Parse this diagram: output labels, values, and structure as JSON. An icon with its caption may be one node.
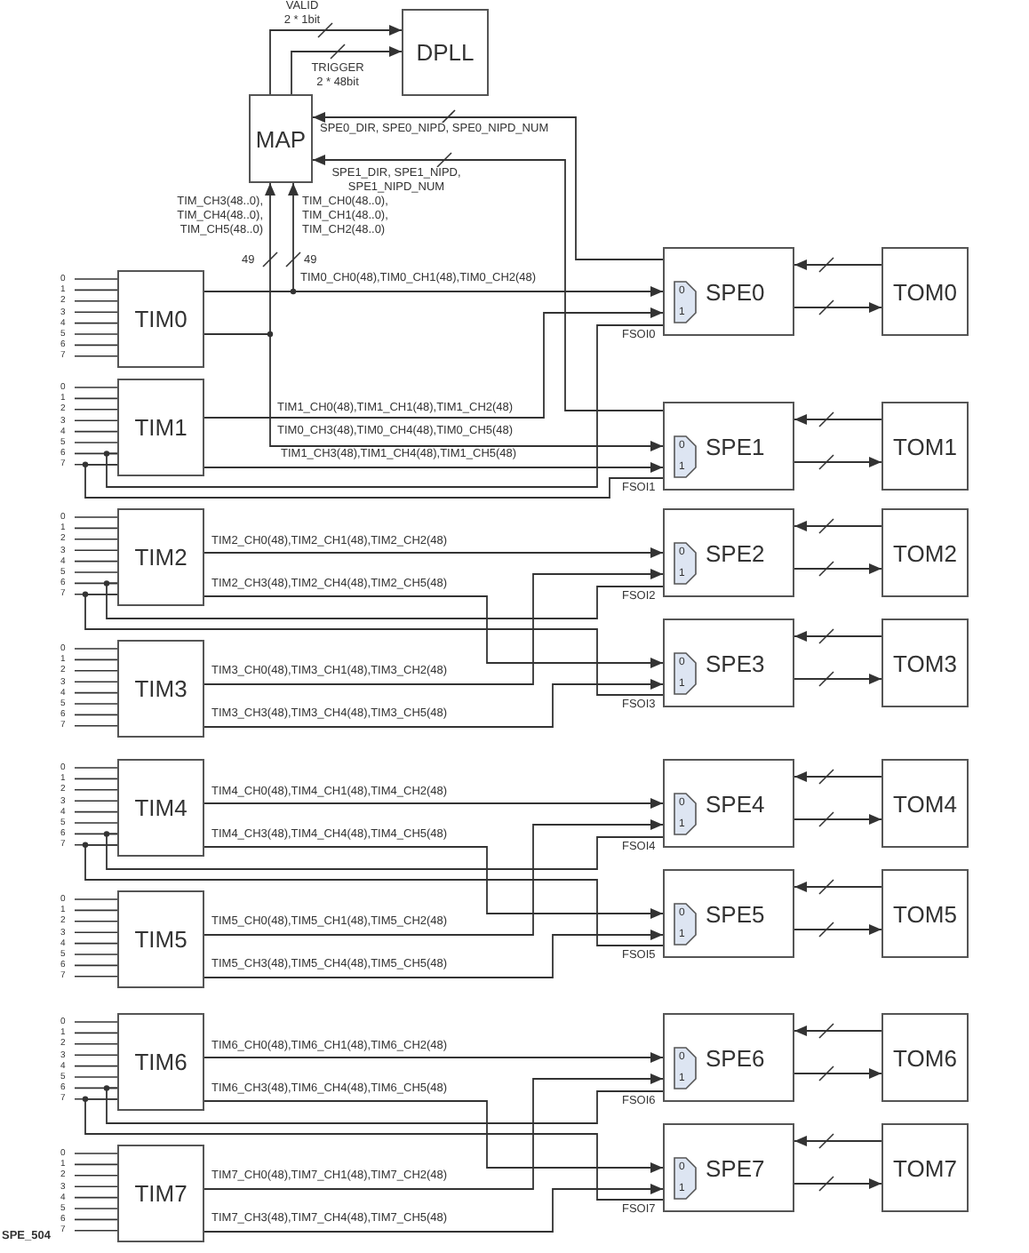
{
  "diagram": {
    "nodes": [
      {
        "text": [
          "DPLL"
        ]
      },
      {
        "text": [
          "MAP"
        ]
      },
      {
        "text": [
          "TIM0"
        ],
        "beside": [
          "0",
          "1",
          "2",
          "3",
          "4",
          "5",
          "6",
          "7"
        ]
      },
      {
        "text": [
          "TIM1"
        ],
        "beside": [
          "0",
          "1",
          "2",
          "3",
          "4",
          "5",
          "6",
          "7"
        ]
      },
      {
        "text": [
          "TIM2"
        ],
        "beside": [
          "0",
          "1",
          "2",
          "3",
          "4",
          "5",
          "6",
          "7"
        ]
      },
      {
        "text": [
          "TIM3"
        ],
        "beside": [
          "0",
          "1",
          "2",
          "3",
          "4",
          "5",
          "6",
          "7"
        ]
      },
      {
        "text": [
          "TIM4"
        ],
        "beside": [
          "0",
          "1",
          "2",
          "3",
          "4",
          "5",
          "6",
          "7"
        ]
      },
      {
        "text": [
          "TIM5"
        ],
        "beside": [
          "0",
          "1",
          "2",
          "3",
          "4",
          "5",
          "6",
          "7"
        ]
      },
      {
        "text": [
          "TIM6"
        ],
        "beside": [
          "0",
          "1",
          "2",
          "3",
          "4",
          "5",
          "6",
          "7"
        ]
      },
      {
        "text": [
          "TIM7"
        ],
        "beside": [
          "0",
          "1",
          "2",
          "3",
          "4",
          "5",
          "6",
          "7"
        ]
      },
      {
        "text": [
          "SPE0"
        ]
      },
      {
        "text": [
          "SPE1"
        ]
      },
      {
        "text": [
          "SPE2"
        ]
      },
      {
        "text": [
          "SPE3"
        ]
      },
      {
        "text": [
          "SPE4"
        ]
      },
      {
        "text": [
          "SPE5"
        ]
      },
      {
        "text": [
          "SPE6"
        ]
      },
      {
        "text": [
          "SPE7"
        ]
      },
      {
        "text": [
          "TOM0"
        ]
      },
      {
        "text": [
          "TOM1"
        ]
      },
      {
        "text": [
          "TOM2"
        ]
      },
      {
        "text": [
          "TOM3"
        ]
      },
      {
        "text": [
          "TOM4"
        ]
      },
      {
        "text": [
          "TOM5"
        ]
      },
      {
        "text": [
          "TOM6"
        ]
      },
      {
        "text": [
          "TOM7"
        ]
      },
      {
        "text": [
          "0",
          "1"
        ],
        "in": 10
      },
      {
        "text": [
          "0",
          "1"
        ],
        "in": 11
      },
      {
        "text": [
          "0",
          "1"
        ],
        "in": 12
      },
      {
        "text": [
          "0",
          "1"
        ],
        "in": 13
      },
      {
        "text": [
          "0",
          "1"
        ],
        "in": 14
      },
      {
        "text": [
          "0",
          "1"
        ],
        "in": 15
      },
      {
        "text": [
          "0",
          "1"
        ],
        "in": 16
      },
      {
        "text": [
          "0",
          "1"
        ],
        "in": 17
      }
    ],
    "edges": [
      {
        "from": 1,
        "to": 0,
        "arrow": "to",
        "label": "VALID 2 * 1bit"
      },
      {
        "from": 1,
        "to": 0,
        "arrow": "to",
        "label": "TRIGGER 2 * 48bit"
      },
      {
        "from": 2,
        "to": 1,
        "arrow": "to",
        "label": "TIM_CH3(48..0), TIM_CH4(48..0), TIM_CH5(48..0)"
      },
      {
        "from": 2,
        "to": 1,
        "arrow": "to",
        "label": "TIM_CH0(48..0), TIM_CH1(48..0), TIM_CH2(48..0)"
      },
      {
        "from": 10,
        "to": 1,
        "arrow": "to",
        "label": "SPE0_DIR, SPE0_NIPD, SPE0_NIPD_NUM"
      },
      {
        "from": 11,
        "to": 1,
        "arrow": "to",
        "label": "SPE1_DIR, SPE1_NIPD, SPE1_NIPD_NUM"
      },
      {
        "from": 2,
        "to": 10,
        "arrow": "to",
        "label": "TIM0_CH0(48),TIM0_CH1(48),TIM0_CH2(48)"
      },
      {
        "from": 2,
        "to": 11,
        "arrow": "to",
        "label": "TIM0_CH3(48),TIM0_CH4(48),TIM0_CH5(48)"
      },
      {
        "from": 3,
        "to": 10,
        "arrow": "to",
        "label": "TIM1_CH0(48),TIM1_CH1(48),TIM1_CH2(48)"
      },
      {
        "from": 3,
        "to": 11,
        "arrow": "to",
        "label": "TIM1_CH3(48),TIM1_CH4(48),TIM1_CH5(48)"
      },
      {
        "from": 3,
        "to": 10,
        "arrow": "none",
        "label": "FSOI0"
      },
      {
        "from": 3,
        "to": 11,
        "arrow": "none",
        "label": "FSOI1"
      },
      {
        "from": 4,
        "to": 12,
        "arrow": "to",
        "label": "TIM2_CH0(48),TIM2_CH1(48),TIM2_CH2(48)"
      },
      {
        "from": 4,
        "to": 13,
        "arrow": "to",
        "label": "TIM2_CH3(48),TIM2_CH4(48),TIM2_CH5(48)"
      },
      {
        "from": 5,
        "to": 12,
        "arrow": "to",
        "label": "TIM3_CH0(48),TIM3_CH1(48),TIM3_CH2(48)"
      },
      {
        "from": 5,
        "to": 13,
        "arrow": "to",
        "label": "TIM3_CH3(48),TIM3_CH4(48),TIM3_CH5(48)"
      },
      {
        "from": 4,
        "to": 12,
        "arrow": "none",
        "label": "FSOI2"
      },
      {
        "from": 4,
        "to": 13,
        "arrow": "none",
        "label": "FSOI3"
      },
      {
        "from": 6,
        "to": 14,
        "arrow": "to",
        "label": "TIM4_CH0(48),TIM4_CH1(48),TIM4_CH2(48)"
      },
      {
        "from": 6,
        "to": 15,
        "arrow": "to",
        "label": "TIM4_CH3(48),TIM4_CH4(48),TIM4_CH5(48)"
      },
      {
        "from": 7,
        "to": 14,
        "arrow": "to",
        "label": "TIM5_CH0(48),TIM5_CH1(48),TIM5_CH2(48)"
      },
      {
        "from": 7,
        "to": 15,
        "arrow": "to",
        "label": "TIM5_CH3(48),TIM5_CH4(48),TIM5_CH5(48)"
      },
      {
        "from": 6,
        "to": 14,
        "arrow": "none",
        "label": "FSOI4"
      },
      {
        "from": 6,
        "to": 15,
        "arrow": "none",
        "label": "FSOI5"
      },
      {
        "from": 8,
        "to": 16,
        "arrow": "to",
        "label": "TIM6_CH0(48),TIM6_CH1(48),TIM6_CH2(48)"
      },
      {
        "from": 8,
        "to": 17,
        "arrow": "to",
        "label": "TIM6_CH3(48),TIM6_CH4(48),TIM6_CH5(48)"
      },
      {
        "from": 9,
        "to": 16,
        "arrow": "to",
        "label": "TIM7_CH0(48),TIM7_CH1(48),TIM7_CH2(48)"
      },
      {
        "from": 9,
        "to": 17,
        "arrow": "to",
        "label": "TIM7_CH3(48),TIM7_CH4(48),TIM7_CH5(48)"
      },
      {
        "from": 8,
        "to": 16,
        "arrow": "none",
        "label": "FSOI6"
      },
      {
        "from": 8,
        "to": 17,
        "arrow": "none",
        "label": "FSOI7"
      },
      {
        "from": 18,
        "to": 10,
        "arrow": "to"
      },
      {
        "from": 10,
        "to": 18,
        "arrow": "to"
      },
      {
        "from": 19,
        "to": 11,
        "arrow": "to"
      },
      {
        "from": 11,
        "to": 19,
        "arrow": "to"
      },
      {
        "from": 20,
        "to": 12,
        "arrow": "to"
      },
      {
        "from": 12,
        "to": 20,
        "arrow": "to"
      },
      {
        "from": 21,
        "to": 13,
        "arrow": "to"
      },
      {
        "from": 13,
        "to": 21,
        "arrow": "to"
      },
      {
        "from": 22,
        "to": 14,
        "arrow": "to"
      },
      {
        "from": 14,
        "to": 22,
        "arrow": "to"
      },
      {
        "from": 23,
        "to": 15,
        "arrow": "to"
      },
      {
        "from": 15,
        "to": 23,
        "arrow": "to"
      },
      {
        "from": 24,
        "to": 16,
        "arrow": "to"
      },
      {
        "from": 16,
        "to": 24,
        "arrow": "to"
      },
      {
        "from": 25,
        "to": 17,
        "arrow": "to"
      },
      {
        "from": 17,
        "to": 25,
        "arrow": "to"
      }
    ],
    "labels": [
      "49",
      "49",
      "SPE_504"
    ]
  }
}
